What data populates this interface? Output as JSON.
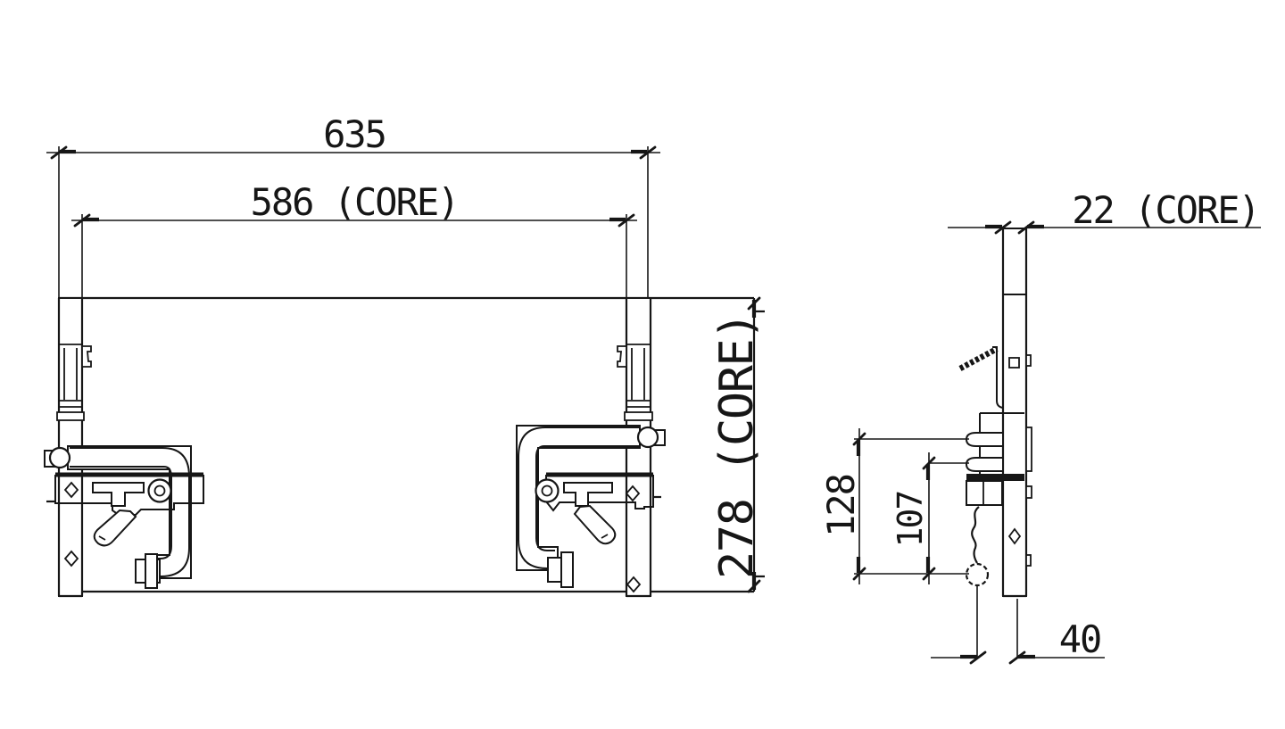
{
  "canvas": {
    "background": "#ffffff",
    "line_color": "#161616",
    "description": "Engineering dimension drawing of a condenser core with mounting brackets, front view and side view"
  },
  "views": {
    "front": {
      "name": "front-view",
      "dimensions": {
        "overall_width": {
          "label": "635"
        },
        "core_width": {
          "label": "586 (CORE)"
        },
        "core_height": {
          "label": "278 (CORE)"
        }
      }
    },
    "side": {
      "name": "side-view",
      "dimensions": {
        "core_depth": {
          "label": "22 (CORE)"
        },
        "mount_overall": {
          "label": "128"
        },
        "mount_inner": {
          "label": "107"
        },
        "bottom_offset": {
          "label": "40"
        }
      }
    }
  }
}
